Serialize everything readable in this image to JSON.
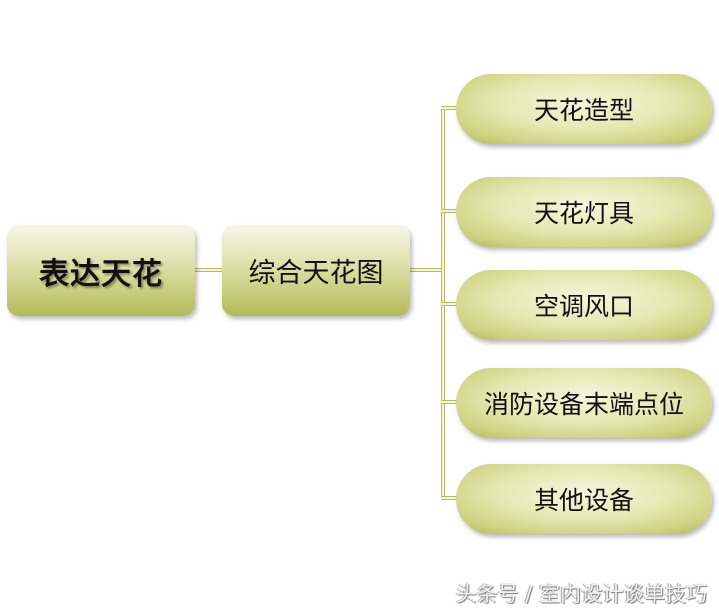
{
  "diagram": {
    "type": "mind-map",
    "root": {
      "label": "表达天花"
    },
    "middle": {
      "label": "综合天花图"
    },
    "leaves": [
      {
        "label": "天花造型"
      },
      {
        "label": "天花灯具"
      },
      {
        "label": "空调风口"
      },
      {
        "label": "消防设备末端点位"
      },
      {
        "label": "其他设备"
      }
    ],
    "colors": {
      "node_light": "#f5f6dc",
      "node_dark": "#aab050",
      "connector": "#b8bc5a",
      "text": "#111111"
    }
  },
  "watermark": {
    "text": "头条号 / 室内设计谈单技巧"
  }
}
